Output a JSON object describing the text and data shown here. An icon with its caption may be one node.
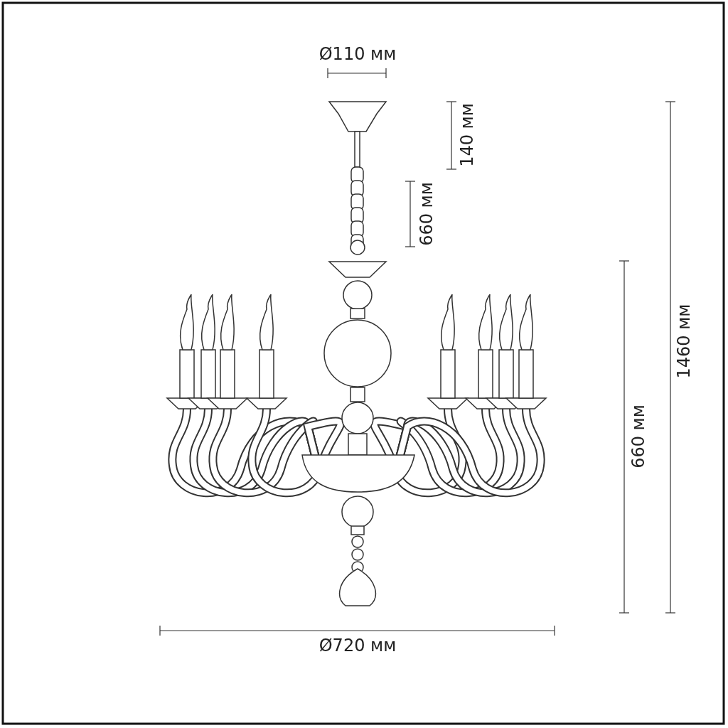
{
  "diagram": {
    "labels": [
      "Ø110 мм",
      "140 мм",
      "660 мм",
      "1460 мм",
      "660 мм",
      "Ø720 мм"
    ]
  }
}
